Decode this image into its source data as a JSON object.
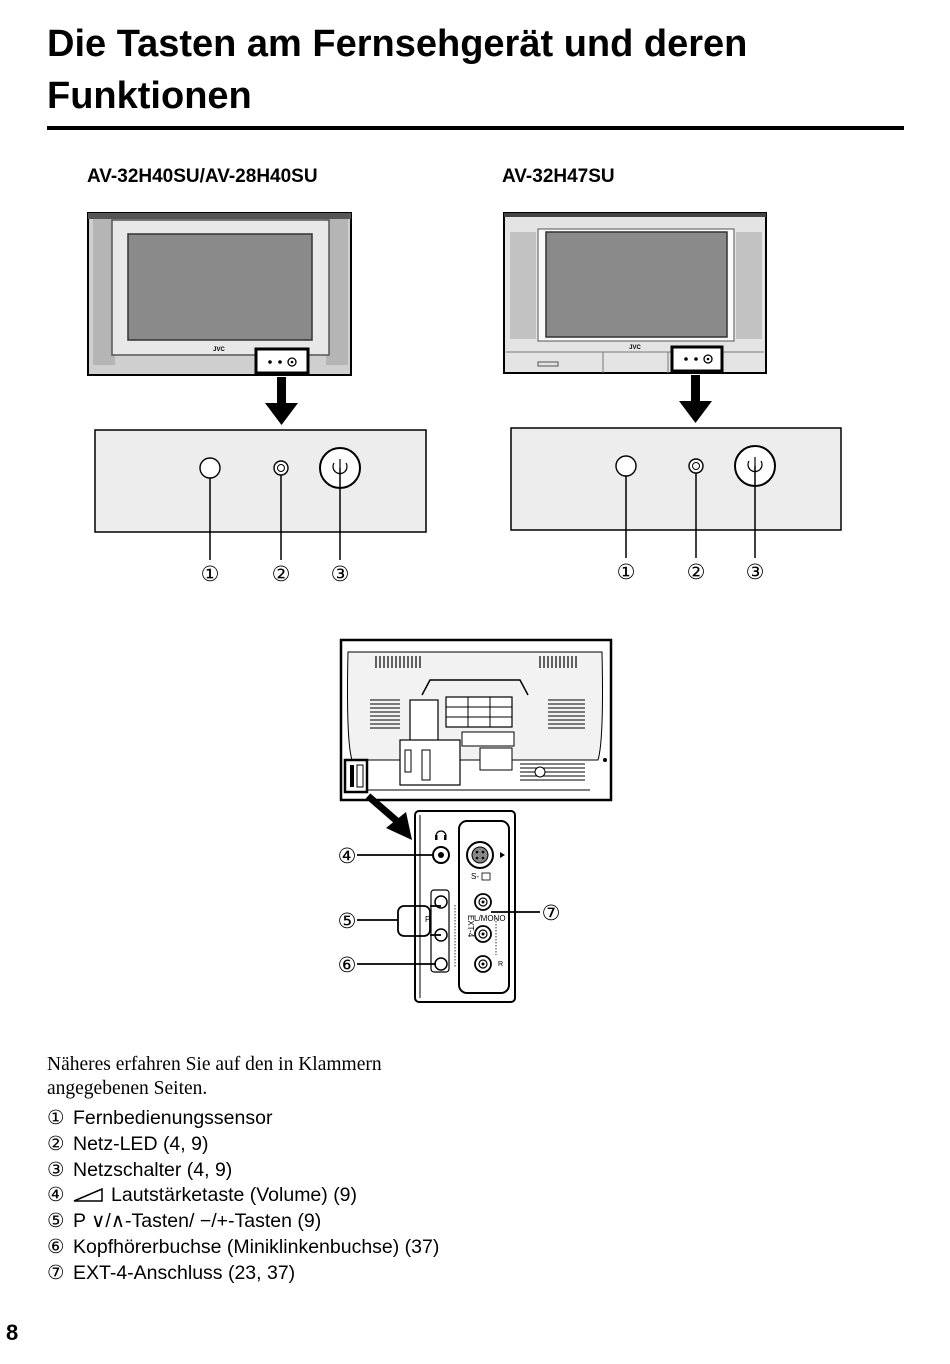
{
  "title": "Die Tasten am Fernsehgerät und deren Funktionen",
  "models": {
    "left": "AV-32H40SU/AV-28H40SU",
    "right": "AV-32H47SU"
  },
  "tv_brand": "JVC",
  "callouts": {
    "n1": "①",
    "n2": "②",
    "n3": "③",
    "n4": "④",
    "n5": "⑤",
    "n6": "⑥",
    "n7": "⑦"
  },
  "panel_labels": {
    "svideo": "S-",
    "l_mono": "L/MONO",
    "r": "R",
    "p": "P",
    "ext4": "EXT-4"
  },
  "intro": "Näheres erfahren Sie auf den in Klammern angegebenen Seiten.",
  "legend": [
    {
      "num": "①",
      "text": "Fernbedienungssensor"
    },
    {
      "num": "②",
      "text": "Netz-LED (4, 9)"
    },
    {
      "num": "③",
      "text": "Netzschalter (4, 9)"
    },
    {
      "num": "④",
      "text": "Lautstärketaste (Volume) (9)",
      "icon": "volume-icon"
    },
    {
      "num": "⑤",
      "text": "P ∨/∧-Tasten/ −/+-Tasten (9)"
    },
    {
      "num": "⑥",
      "text": "Kopfhörerbuchse (Miniklinkenbuchse) (37)"
    },
    {
      "num": "⑦",
      "text": "EXT-4-Anschluss (23, 37)"
    }
  ],
  "page_number": "8"
}
